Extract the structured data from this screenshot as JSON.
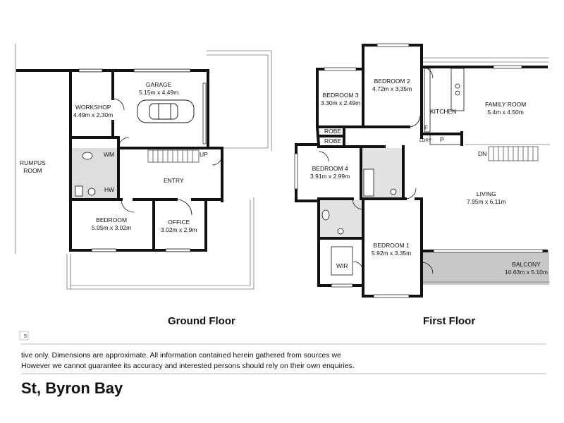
{
  "ground_floor": {
    "title": "Ground Floor",
    "rooms": {
      "rumpus": {
        "name": "RUMPUS",
        "name2": "ROOM"
      },
      "workshop": {
        "name": "WORKSHOP",
        "dims": "4.49m x 2.30m"
      },
      "garage": {
        "name": "GARAGE",
        "dims": "5.15m x 4.49m"
      },
      "wm": {
        "name": "WM"
      },
      "hw": {
        "name": "HW"
      },
      "up": {
        "name": "UP"
      },
      "entry": {
        "name": "ENTRY"
      },
      "bedroom": {
        "name": "BEDROOM",
        "dims": "5.05m x 3.02m"
      },
      "office": {
        "name": "OFFICE",
        "dims": "3.02m x 2.9m"
      }
    }
  },
  "first_floor": {
    "title": "First Floor",
    "rooms": {
      "bedroom2": {
        "name": "BEDROOM 2",
        "dims": "4.72m x 3.35m"
      },
      "bedroom3": {
        "name": "BEDROOM 3",
        "dims": "3.30m x 2.49m"
      },
      "kitchen": {
        "name": "KITCHEN"
      },
      "family": {
        "name": "FAMILY ROOM",
        "dims": "5.4m x 4.50m"
      },
      "robe1": {
        "name": "ROBE"
      },
      "robe2": {
        "name": "ROBE"
      },
      "f": {
        "name": "F"
      },
      "ldry": {
        "name": "LDRY"
      },
      "p": {
        "name": "P"
      },
      "dn": {
        "name": "DN"
      },
      "bedroom4": {
        "name": "BEDROOM 4",
        "dims": "3.91m x 2.99m"
      },
      "living": {
        "name": "LIVING",
        "dims": "7.95m x 6.11m"
      },
      "bedroom1": {
        "name": "BEDROOM 1",
        "dims": "5.92m x 3.35m"
      },
      "wir": {
        "name": "WIR"
      },
      "balcony": {
        "name": "BALCONY",
        "dims": "10.63m x 5.10m"
      }
    }
  },
  "scale_mark": "5",
  "disclaimer": {
    "line1": "tive only. Dimensions are approximate. All information contained herein gathered from sources we",
    "line2": "However we cannot guarantee its accuracy and interested persons should rely on their own enquiries."
  },
  "address": "St, Byron Bay"
}
